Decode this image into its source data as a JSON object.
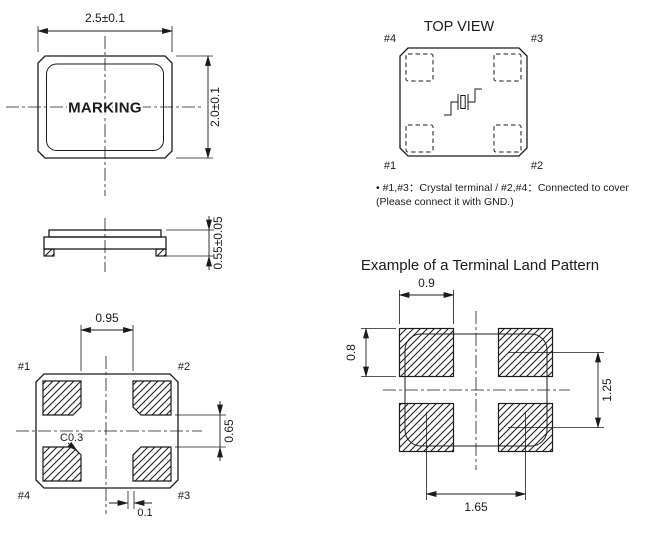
{
  "colors": {
    "ink": "#1b1b1b",
    "background": "#ffffff"
  },
  "outline": {
    "marking": "MARKING",
    "dim_width": "2.5±0.1",
    "dim_height": "2.0±0.1"
  },
  "top_view": {
    "title": "TOP VIEW",
    "pin_tl": "#4",
    "pin_tr": "#3",
    "pin_bl": "#1",
    "pin_br": "#2",
    "note1": "• #1,#3：Crystal terminal / #2,#4：Connected to cover",
    "note2": "(Please connect it with GND.)"
  },
  "side_view": {
    "dim_thickness": "0.55±0.05"
  },
  "bottom_view": {
    "pin_tl": "#1",
    "pin_tr": "#2",
    "pin_bl": "#4",
    "pin_br": "#3",
    "dim_pad_gap_x": "0.95",
    "dim_pad_gap_y": "0.65",
    "chamfer_note": "C0.3",
    "dim_edge_gap": "0.1"
  },
  "land_pattern": {
    "title": "Example of a Terminal Land Pattern",
    "dim_pad_width": "0.9",
    "dim_pad_height": "0.8",
    "dim_pitch_vertical": "1.25",
    "dim_pitch_horizontal": "1.65"
  }
}
